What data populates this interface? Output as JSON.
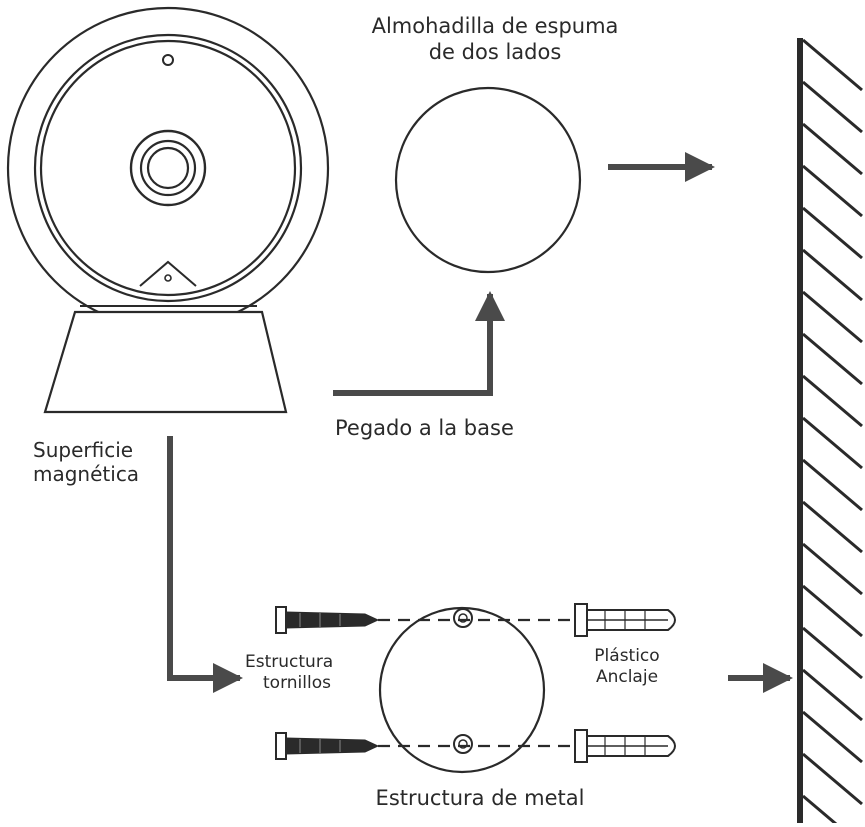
{
  "labels": {
    "foam_pad": [
      "Almohadilla de espuma",
      "de dos lados"
    ],
    "glued_to_base": "Pegado a la base",
    "magnetic_surface": [
      "Superficie",
      "magnética"
    ],
    "frame_screws": [
      "Estructura",
      "tornillos"
    ],
    "plastic_anchor": [
      "Plástico",
      "Anclaje"
    ],
    "metal_frame": "Estructura de metal"
  },
  "colors": {
    "stroke": "#2a2a2a",
    "arrow": "#4a4a4a",
    "background": "#ffffff"
  }
}
